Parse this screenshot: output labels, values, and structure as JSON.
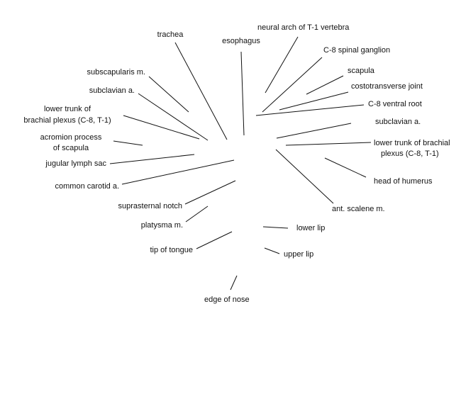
{
  "labels": {
    "trachea": "trachea",
    "esophagus": "esophagus",
    "neural_arch": "neural arch of T-1 vertebra",
    "c8_spinal_ganglion": "C-8 spinal ganglion",
    "scapula": "scapula",
    "costotransverse_joint": "costotransverse joint",
    "c8_ventral_root": "C-8 ventral root",
    "subclavian_a_right": "subclavian a.",
    "lower_trunk_right_line1": "lower trunk of brachial",
    "lower_trunk_right_line2": "plexus (C-8, T-1)",
    "head_of_humerus": "head of humerus",
    "ant_scalene": "ant. scalene m.",
    "lower_lip": "lower lip",
    "upper_lip": "upper lip",
    "edge_of_nose": "edge of nose",
    "tip_of_tongue": "tip of tongue",
    "platysma": "platysma m.",
    "suprasternal_notch": "suprasternal notch",
    "common_carotid": "common carotid a.",
    "jugular_lymph_sac": "jugular lymph sac",
    "acromion_line1": "acromion process",
    "acromion_line2": "of scapula",
    "lower_trunk_left_line1": "lower trunk of",
    "lower_trunk_left_line2": "brachial plexus (C-8, T-1)",
    "subclavian_a_left": "subclavian a.",
    "subscapularis": "subscapularis m."
  },
  "colors": {
    "line": "#111111",
    "text": "#111111",
    "background": "#ffffff"
  }
}
